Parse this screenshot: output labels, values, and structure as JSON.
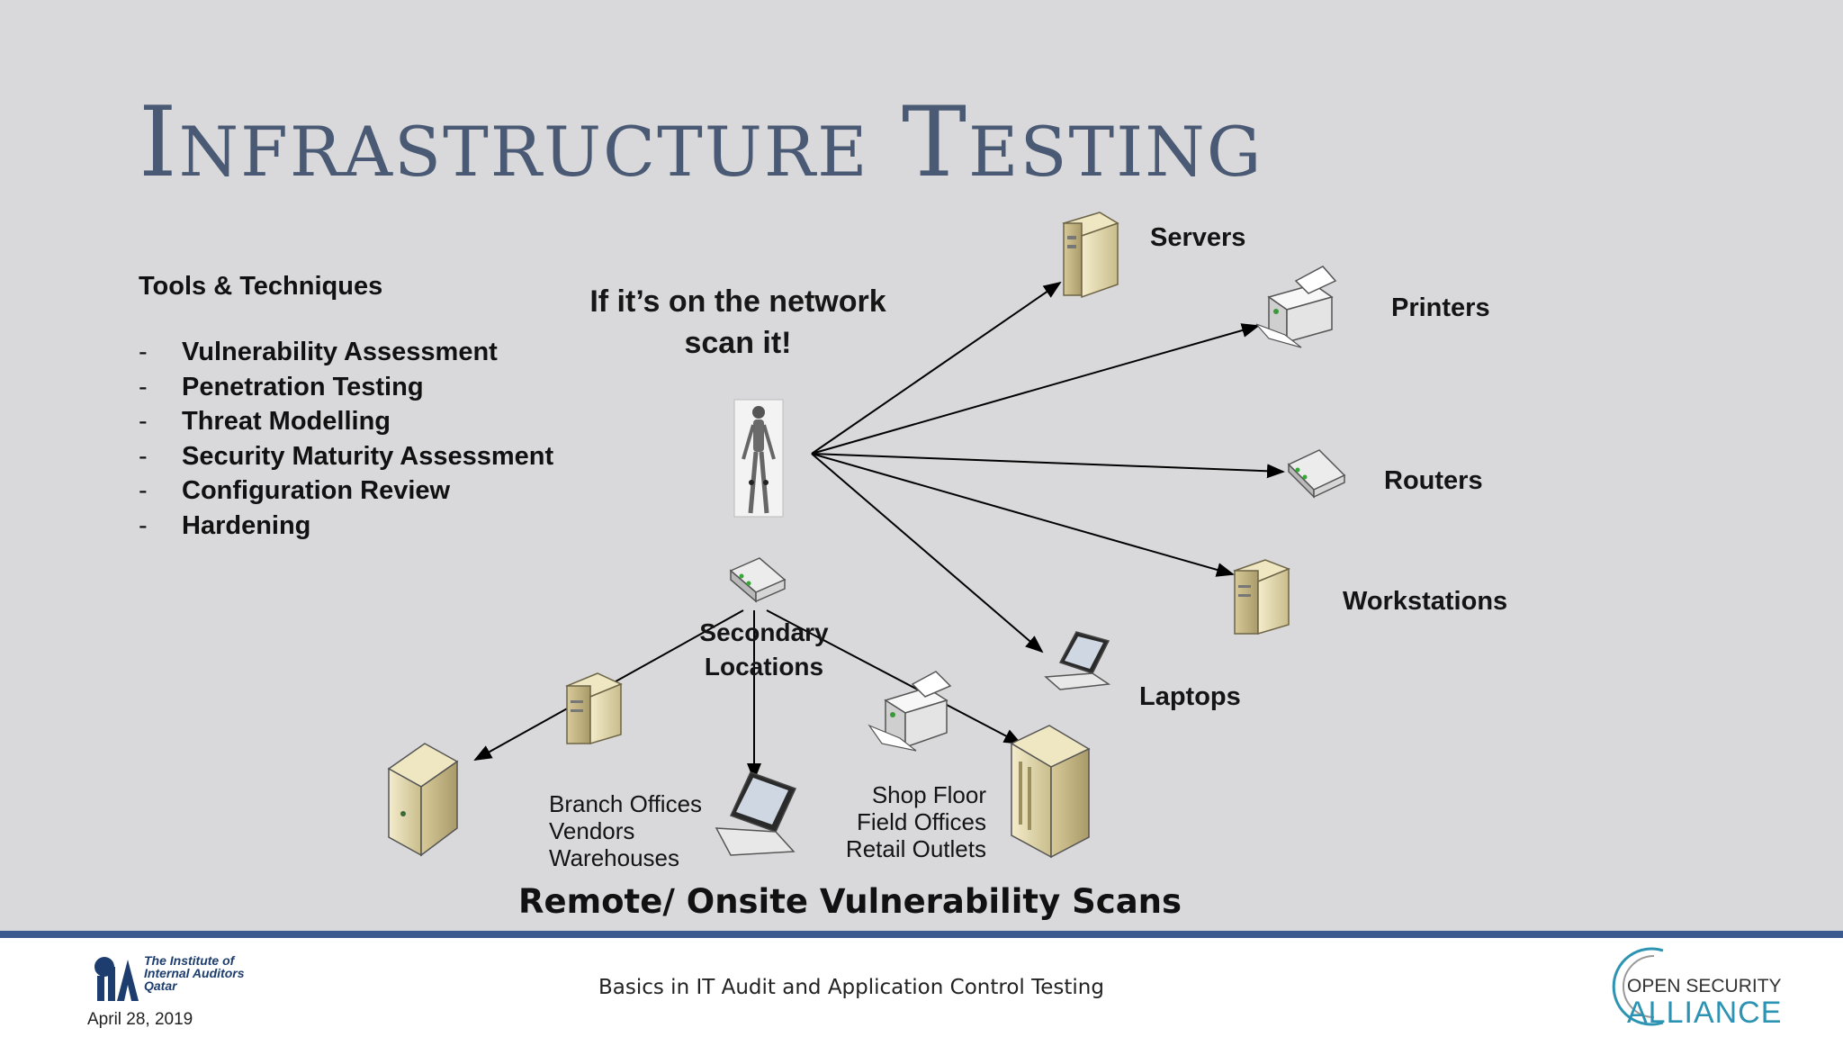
{
  "slide": {
    "title": "Infrastructure Testing",
    "tools_heading": "Tools & Techniques",
    "tools_items": [
      "Vulnerability Assessment",
      "Penetration Testing",
      "Threat Modelling",
      "Security Maturity Assessment",
      "Configuration Review",
      "Hardening"
    ],
    "bullet": "-",
    "tagline_lines": [
      "If it’s on the network",
      "scan it!"
    ],
    "targets": {
      "servers": "Servers",
      "printers": "Printers",
      "routers": "Routers",
      "workstations": "Workstations",
      "laptops": "Laptops"
    },
    "secondary_lines": [
      "Secondary",
      "Locations"
    ],
    "sites_left": [
      "Branch Offices",
      "Vendors",
      "Warehouses"
    ],
    "sites_right": [
      "Shop Floor",
      "Field Offices",
      "Retail Outlets"
    ],
    "caption": "Remote/ Onsite Vulnerability Scans"
  },
  "footer": {
    "iia_lines": [
      "The Institute of",
      "Internal Auditors",
      "Qatar"
    ],
    "date": "April 28, 2019",
    "center_text": "Basics in IT Audit and Application Control Testing",
    "osa_top": "OPEN SECURITY",
    "osa_bottom": "ALLIANCE"
  },
  "colors": {
    "background": "#d9d9db",
    "title": "#4a5a74",
    "footer_bar": "#3b5a8e",
    "osa_accent": "#2c93b2"
  }
}
